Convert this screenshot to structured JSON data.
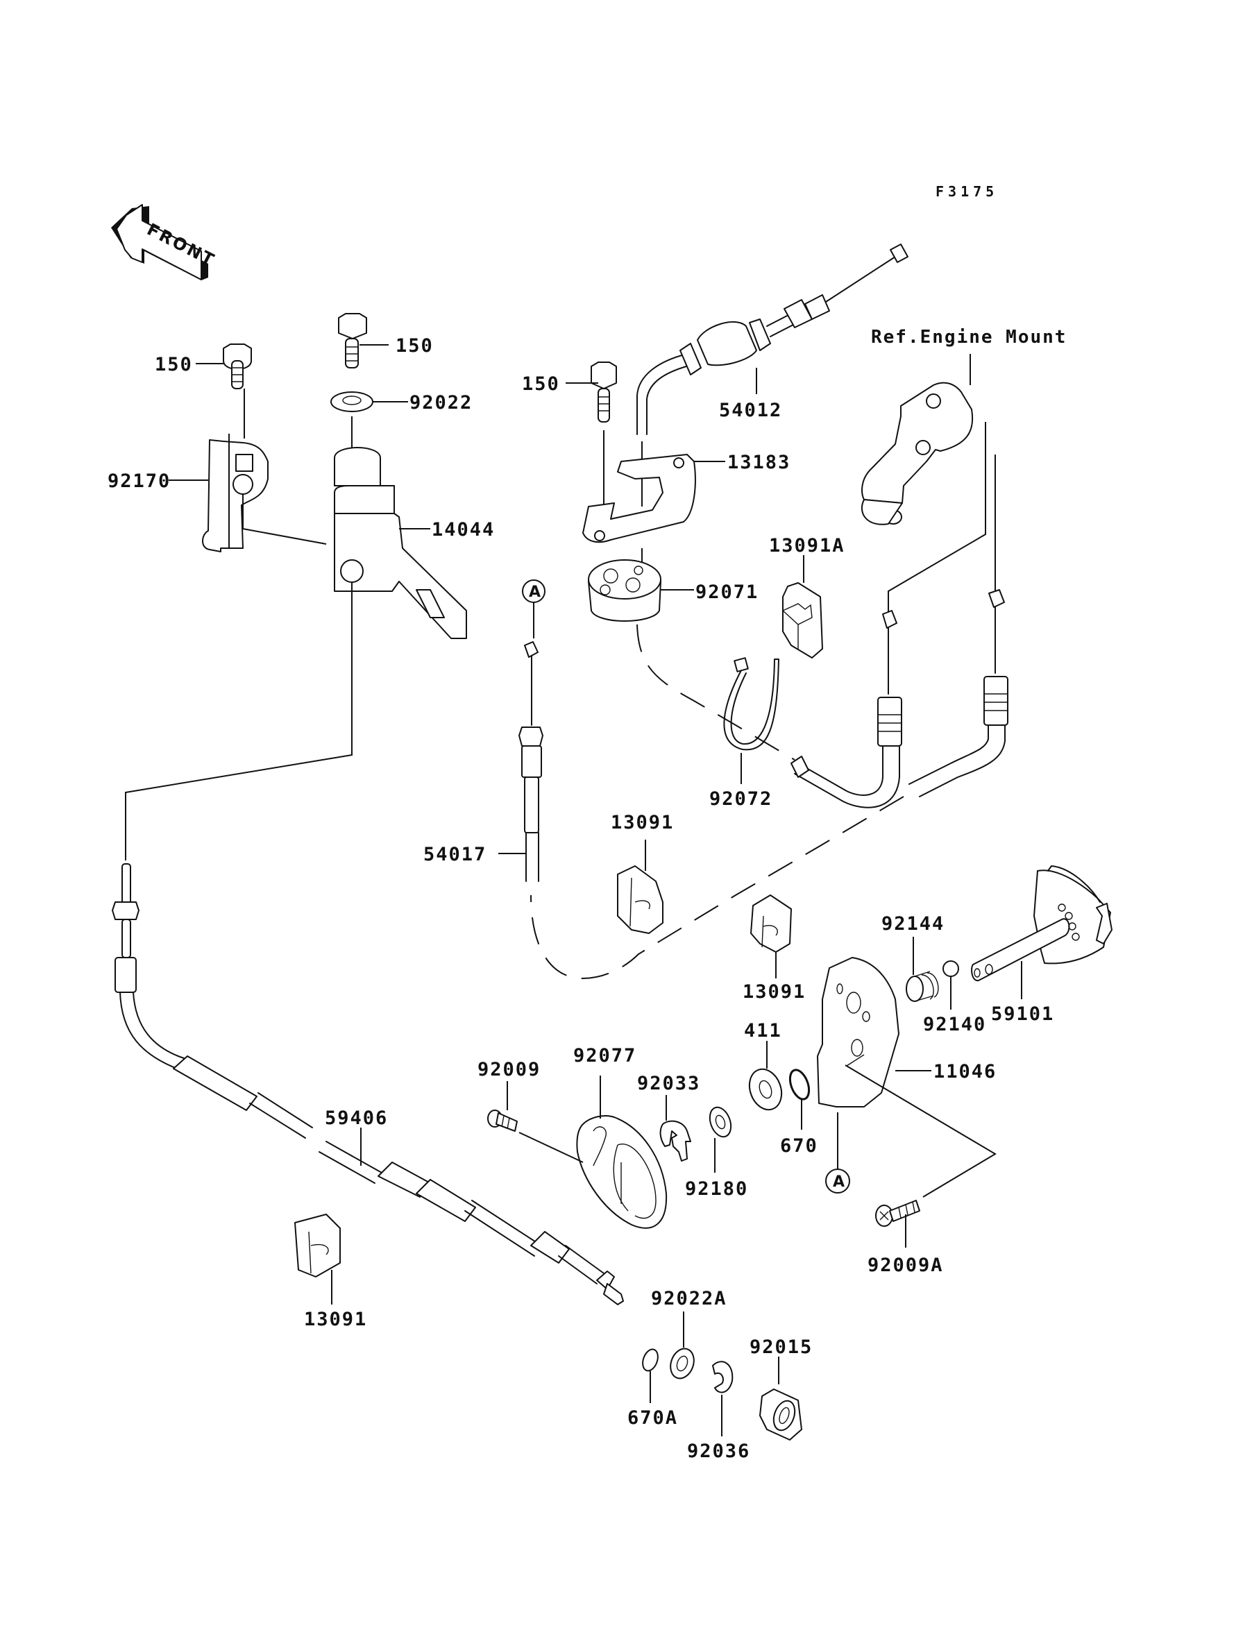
{
  "diagram": {
    "figure_code": "F3175",
    "front_arrow_label": "FRONT",
    "reference_note": "Ref.Engine Mount",
    "ref_marker": "A",
    "callouts": {
      "p150_left": "150",
      "p150_mid": "150",
      "p150_right": "150",
      "p92022": "92022",
      "p92170": "92170",
      "p14044": "14044",
      "p54012": "54012",
      "p13183": "13183",
      "p13091A": "13091A",
      "p92071": "92071",
      "p92072": "92072",
      "p54017": "54017",
      "p13091_upper": "13091",
      "p13091_mid": "13091",
      "p13091_lower": "13091",
      "p92144": "92144",
      "p92140": "92140",
      "p59101": "59101",
      "p411": "411",
      "p11046": "11046",
      "p670": "670",
      "p92009": "92009",
      "p92077": "92077",
      "p92033": "92033",
      "p92180": "92180",
      "p92009A": "92009A",
      "p59406": "59406",
      "p92022A": "92022A",
      "p92015": "92015",
      "p670A": "670A",
      "p92036": "92036"
    }
  }
}
